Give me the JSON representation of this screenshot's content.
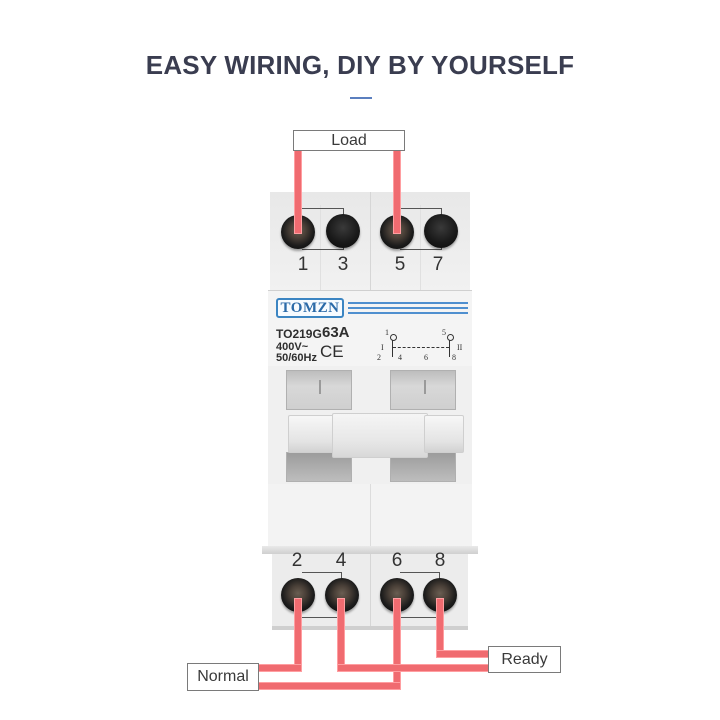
{
  "title": "EASY WIRING, DIY BY YOURSELF",
  "accent_color": "#5b7fbf",
  "wire_color": "#f06b70",
  "labels": {
    "load": "Load",
    "normal": "Normal",
    "ready": "Ready"
  },
  "device": {
    "brand": "TOMZN",
    "model": "TO219G",
    "rating": "63A",
    "voltage": "400V~",
    "frequency": "50/60Hz",
    "certification": "CE",
    "schematic": {
      "pos_I": "I",
      "pos_II": "II",
      "top_left": "1",
      "top_right": "5",
      "bottom": [
        "2",
        "4",
        "6",
        "8"
      ]
    }
  },
  "terminals": {
    "top": [
      "1",
      "3",
      "5",
      "7"
    ],
    "bottom": [
      "2",
      "4",
      "6",
      "8"
    ]
  },
  "connections": [
    {
      "from": "Load",
      "to": "1"
    },
    {
      "from": "Load",
      "to": "5"
    },
    {
      "from": "Normal",
      "to": "2"
    },
    {
      "from": "Normal",
      "to": "6"
    },
    {
      "from": "Ready",
      "to": "4"
    },
    {
      "from": "Ready",
      "to": "8"
    }
  ]
}
